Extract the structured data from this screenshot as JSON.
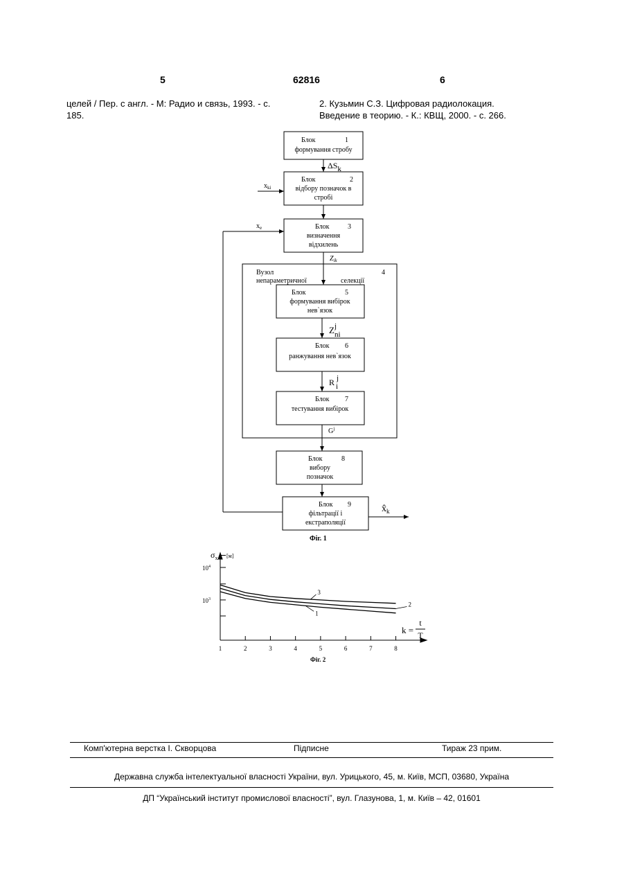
{
  "header": {
    "page_left": "5",
    "patent_number": "62816",
    "page_right": "6"
  },
  "references": {
    "left_line1": "целей / Пер. с англ. - М: Радио и связь, 1993. - с.",
    "left_line2": "185.",
    "right_line1": "2.   Кузьмин   С.З.   Цифровая   радиолокация.",
    "right_line2": "Введение в теорию. - К.: КВЩ, 2000. - с. 266."
  },
  "fig1": {
    "caption": "Фіг. 1",
    "block1": {
      "l1": "Блок",
      "num": "1",
      "l2": "формування стробу"
    },
    "block2": {
      "l1": "Блок",
      "num": "2",
      "l2": "відбору позначок в",
      "l3": "стробі"
    },
    "block3": {
      "l1": "Блок",
      "num": "3",
      "l2": "визначення",
      "l3": "відхилень"
    },
    "node4": {
      "l1": "Вузол",
      "num": "4",
      "l2a": "непараметричної",
      "l2b": "селекції"
    },
    "block5": {
      "l1": "Блок",
      "num": "5",
      "l2": "формування вибірок",
      "l3": "нев`язок"
    },
    "block6": {
      "l1": "Блок",
      "num": "6",
      "l2": "ранжування нев`язок"
    },
    "block7": {
      "l1": "Блок",
      "num": "7",
      "l2": "тестування вибірок"
    },
    "block8": {
      "l1": "Блок",
      "num": "8",
      "l2": "вибору",
      "l3": "позначок"
    },
    "block9": {
      "l1": "Блок",
      "num": "9",
      "l2": "фільтрації і",
      "l3": "екстраполяції"
    },
    "labels": {
      "delta": "ΔS",
      "delta_sub": "k",
      "xki": "x",
      "xki_sub": "ki",
      "xe": "x",
      "xe_sub": "e",
      "zik": "Z",
      "zik_sub": "ik",
      "zni": "Z",
      "zni_sub": "ni",
      "zni_sup": "j",
      "ri": "R",
      "ri_sub": "i",
      "ri_sup": "j",
      "gj": "G",
      "gj_sup": "j",
      "xk_out": "x̂",
      "xk_out_sub": "k"
    }
  },
  "fig2": {
    "caption": "Фіг. 2",
    "y_label": "σ",
    "y_label_sub": "x",
    "y_unit": "[м]",
    "x_label": "k =",
    "x_frac_top": "t",
    "x_frac_bottom": "T",
    "y_ticks": [
      {
        "base": "10",
        "exp": "4"
      },
      {
        "base": "10",
        "exp": "3"
      }
    ],
    "chart_data": {
      "type": "line",
      "x": [
        1,
        2,
        3,
        4,
        5,
        6,
        7,
        8
      ],
      "series": [
        {
          "name": "1",
          "values": [
            3.5,
            3.36,
            3.28,
            3.23,
            3.18,
            3.14,
            3.1,
            3.06
          ]
        },
        {
          "name": "2",
          "values": [
            3.57,
            3.42,
            3.34,
            3.29,
            3.25,
            3.21,
            3.18,
            3.15
          ]
        },
        {
          "name": "3",
          "values": [
            3.64,
            3.48,
            3.4,
            3.36,
            3.33,
            3.3,
            3.28,
            3.26
          ]
        }
      ],
      "x_ticks": [
        "1",
        "2",
        "3",
        "4",
        "5",
        "6",
        "7",
        "8"
      ],
      "ylim": [
        2.5,
        4.3
      ],
      "xlim": [
        1,
        9.2
      ]
    }
  },
  "footer": {
    "layout": "Комп'ютерна верстка І. Скворцова",
    "signed": "Підписне",
    "circulation": "Тираж 23 прим.",
    "office": "Державна служба інтелектуальної власності України, вул. Урицького, 45, м. Київ, МСП, 03680, Україна",
    "institute": "ДП “Український інститут промислової власності”, вул. Глазунова, 1, м. Київ – 42, 01601"
  }
}
